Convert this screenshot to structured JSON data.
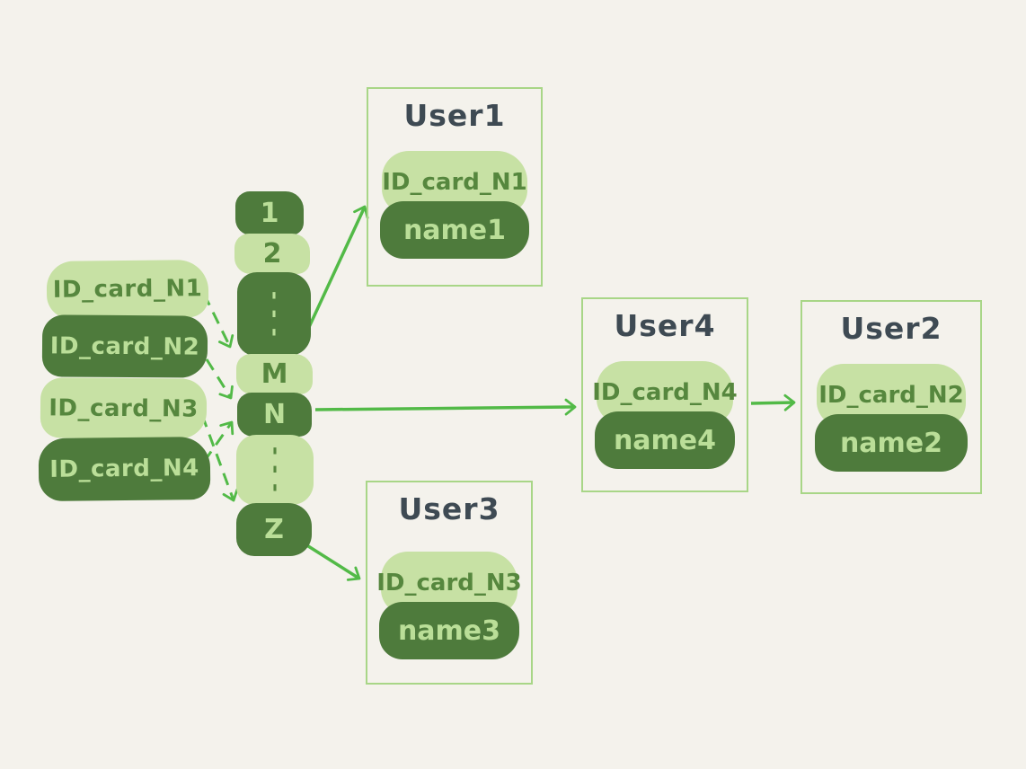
{
  "diagram": {
    "background": "#f4f2ec",
    "colors": {
      "pill_light_bg": "#c7e1a4",
      "pill_light_text": "#56873e",
      "pill_dark_bg": "#4e7b3c",
      "pill_dark_text": "#bade98",
      "user_box_border": "#a8d687",
      "arrow_green": "#52ba47",
      "user_title_text": "#3e4a53"
    },
    "id_cards": [
      {
        "label": "ID_card_N1",
        "variant": "light"
      },
      {
        "label": "ID_card_N2",
        "variant": "dark"
      },
      {
        "label": "ID_card_N3",
        "variant": "light"
      },
      {
        "label": "ID_card_N4",
        "variant": "dark"
      }
    ],
    "hash_buckets": [
      {
        "label": "1",
        "variant": "dark"
      },
      {
        "label": "2",
        "variant": "light"
      },
      {
        "label": "⋮",
        "variant": "dark"
      },
      {
        "label": "M",
        "variant": "light"
      },
      {
        "label": "N",
        "variant": "dark"
      },
      {
        "label": "⋮",
        "variant": "light"
      },
      {
        "label": "Z",
        "variant": "dark"
      }
    ],
    "users": [
      {
        "title": "User1",
        "id_card": "ID_card_N1",
        "name": "name1"
      },
      {
        "title": "User4",
        "id_card": "ID_card_N4",
        "name": "name4"
      },
      {
        "title": "User2",
        "id_card": "ID_card_N2",
        "name": "name2"
      },
      {
        "title": "User3",
        "id_card": "ID_card_N3",
        "name": "name3"
      }
    ],
    "connections": {
      "dashed": [
        {
          "from": "ID_card_N1",
          "to": "bucket M"
        },
        {
          "from": "ID_card_N2",
          "to": "bucket N"
        },
        {
          "from": "ID_card_N3",
          "to": "bucket Z"
        },
        {
          "from": "ID_card_N4",
          "to": "bucket N"
        }
      ],
      "solid": [
        {
          "from": "bucket M",
          "to": "User1"
        },
        {
          "from": "bucket N",
          "to": "User4"
        },
        {
          "from": "bucket Z",
          "to": "User3"
        },
        {
          "from": "User4",
          "to": "User2"
        }
      ]
    }
  }
}
